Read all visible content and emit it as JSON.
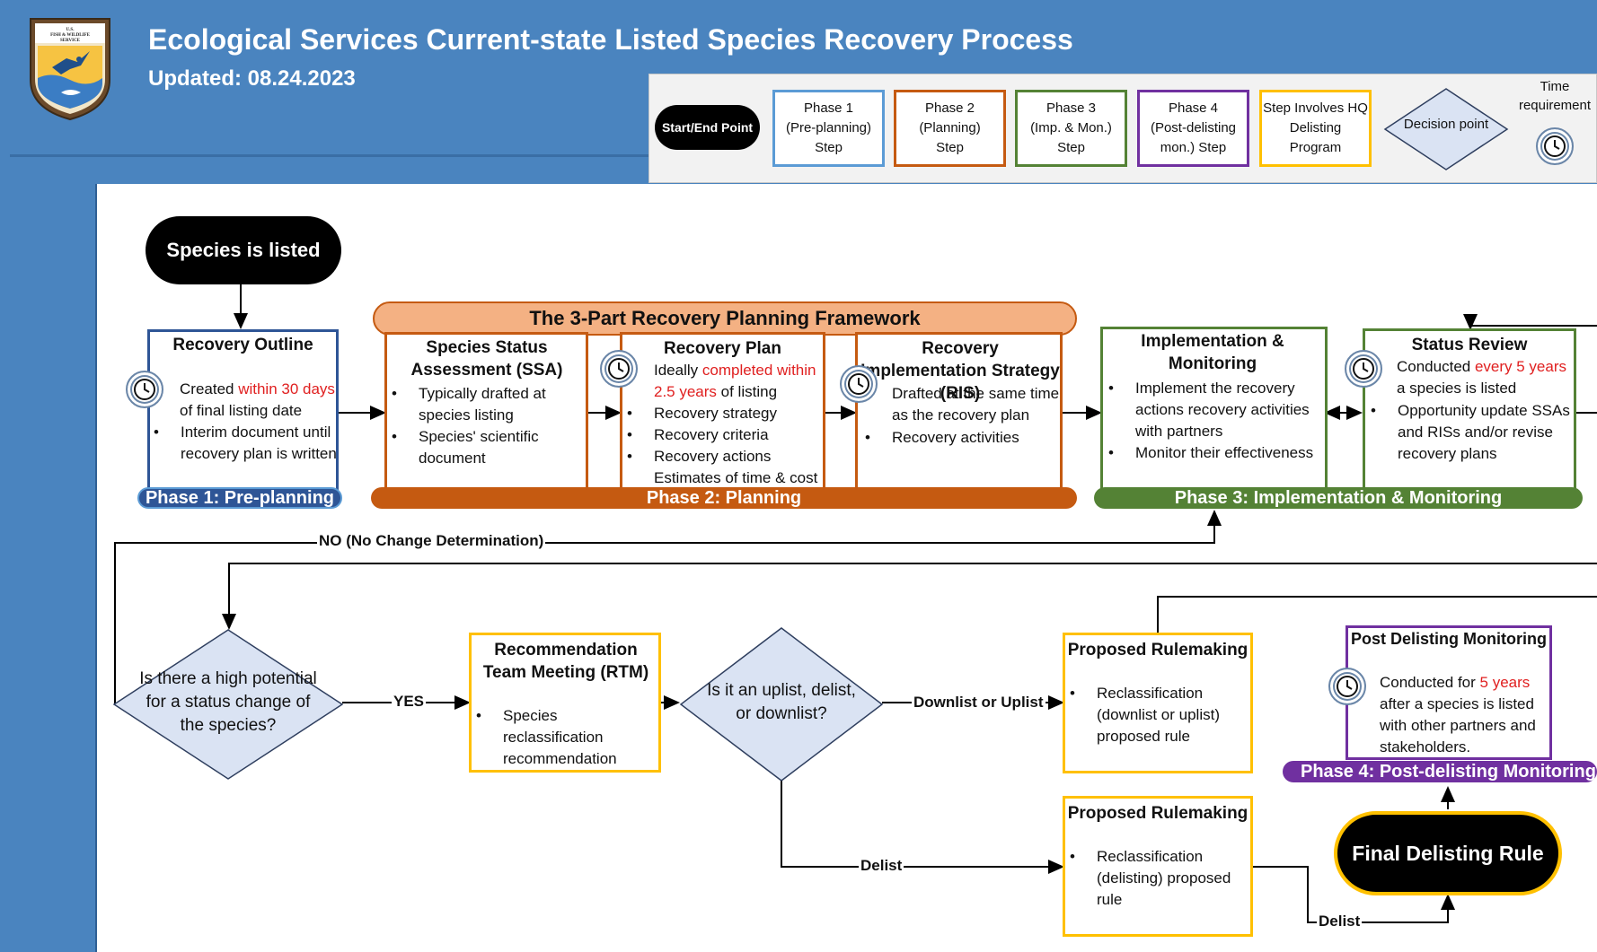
{
  "header": {
    "title": "Ecological Services Current-state Listed Species Recovery Process",
    "updated": "Updated: 08.24.2023",
    "logo_text": "U.S. FISH & WILDLIFE SERVICE"
  },
  "legend": {
    "start_end": "Start/End Point",
    "phase1": "Phase 1\n(Pre-planning)\nStep",
    "phase2": "Phase 2\n(Planning)\nStep",
    "phase3": "Phase 3\n(Imp. & Mon.)\nStep",
    "phase4": "Phase 4\n(Post-delisting\nmon.) Step",
    "hq": "Step Involves HQ\nDelisting\nProgram",
    "decision": "Decision point",
    "time": "Time\nrequirement"
  },
  "colors": {
    "phase1": "#2e5596",
    "phase2": "#c55a11",
    "phase3": "#548235",
    "phase4": "#7030a0",
    "hq": "#ffc000",
    "framework": "#f4b183",
    "decision": "#dae3f3",
    "header": "#4a84bf"
  },
  "flow": {
    "start": "Species is listed",
    "framework_title": "The 3-Part Recovery Planning Framework",
    "outline": {
      "title": "Recovery Outline",
      "line1_a": "Created ",
      "line1_red": "within 30 days",
      "line2": "of final listing date",
      "bullet": "Interim document until recovery plan is written"
    },
    "ssa": {
      "title": "Species Status Assessment (SSA)",
      "bullets": [
        "Typically drafted at species listing",
        "Species' scientific document"
      ]
    },
    "plan": {
      "title": "Recovery Plan",
      "line_a": "Ideally ",
      "line_red": "completed within 2.5 years",
      "line_b": " of listing",
      "bullets": [
        "Recovery strategy",
        "Recovery criteria",
        "Recovery actions",
        "Estimates of time & cost"
      ]
    },
    "ris": {
      "title": "Recovery Implementation Strategy (RIS)",
      "line": "Drafted at the same time as the recovery plan",
      "bullets": [
        "Recovery activities"
      ]
    },
    "impl": {
      "title": "Implementation & Monitoring",
      "bullets": [
        "Implement the recovery actions recovery activities with partners",
        "Monitor their effectiveness"
      ]
    },
    "status": {
      "title": "Status Review",
      "line_a": "Conducted ",
      "line_red": "every 5 years",
      "line_b": " a species is listed",
      "bullets": [
        "Opportunity update SSAs and RISs and/or revise recovery plans"
      ]
    },
    "phases": {
      "p1": "Phase 1: Pre-planning",
      "p2": "Phase 2: Planning",
      "p3": "Phase 3: Implementation & Monitoring",
      "p4": "Phase 4: Post-delisting Monitoring"
    },
    "no_label": "NO (No Change Determination)",
    "decision1": "Is there a high potential for a status change of the species?",
    "yes_label": "YES",
    "rtm": {
      "title": "Recommendation Team Meeting (RTM)",
      "bullets": [
        "Species reclassification recommendation"
      ]
    },
    "decision2": "Is it an uplist, delist, or downlist?",
    "downlist_label": "Downlist or Uplist",
    "delist_label": "Delist",
    "delist_label2": "Delist",
    "pr1": {
      "title": "Proposed Rulemaking",
      "bullets": [
        "Reclassification (downlist or uplist) proposed rule"
      ]
    },
    "pr2": {
      "title": "Proposed Rulemaking",
      "bullets": [
        "Reclassification (delisting) proposed rule"
      ]
    },
    "pdm": {
      "title": "Post Delisting Monitoring",
      "line_a": "Conducted for ",
      "line_red": "5 years",
      "line_b": " after a species is listed with other partners and stakeholders."
    },
    "final": "Final Delisting Rule"
  }
}
